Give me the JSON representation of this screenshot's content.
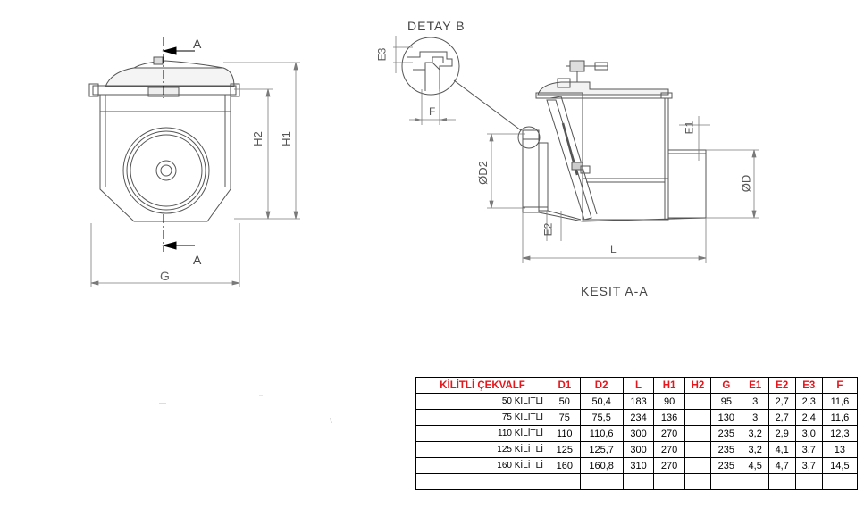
{
  "labels": {
    "section_a_top": "A",
    "section_a_bottom": "A",
    "dim_g": "G",
    "dim_h1": "H1",
    "dim_h2": "H2",
    "detail_title": "DETAY B",
    "dim_e3": "E3",
    "dim_f": "F",
    "dim_e1": "E1",
    "dim_e2": "E2",
    "dim_d2": "ØD2",
    "dim_d": "ØD",
    "dim_l": "L",
    "section_title": "KESIT A-A"
  },
  "table": {
    "headers": [
      "KİLİTLİ ÇEKVALF",
      "D1",
      "D2",
      "L",
      "H1",
      "H2",
      "G",
      "E1",
      "E2",
      "E3",
      "F"
    ],
    "rows": [
      [
        "50 KİLİTLİ",
        "50",
        "50,4",
        "183",
        "90",
        "",
        "95",
        "3",
        "2,7",
        "2,3",
        "11,6"
      ],
      [
        "75 KİLİTLİ",
        "75",
        "75,5",
        "234",
        "136",
        "",
        "130",
        "3",
        "2,7",
        "2,4",
        "11,6"
      ],
      [
        "110 KİLİTLİ",
        "110",
        "110,6",
        "300",
        "270",
        "",
        "235",
        "3,2",
        "2,9",
        "3,0",
        "12,3"
      ],
      [
        "125 KİLİTLİ",
        "125",
        "125,7",
        "300",
        "270",
        "",
        "235",
        "3,2",
        "4,1",
        "3,7",
        "13"
      ],
      [
        "160 KİLİTLİ",
        "160",
        "160,8",
        "310",
        "270",
        "",
        "235",
        "4,5",
        "4,7",
        "3,7",
        "14,5"
      ],
      [
        "",
        "",
        "",
        "",
        "",
        "",
        "",
        "",
        "",
        "",
        ""
      ]
    ]
  },
  "colors": {
    "line": "#555555",
    "dim": "#7a7a7a",
    "header_red": "#e8161c"
  }
}
